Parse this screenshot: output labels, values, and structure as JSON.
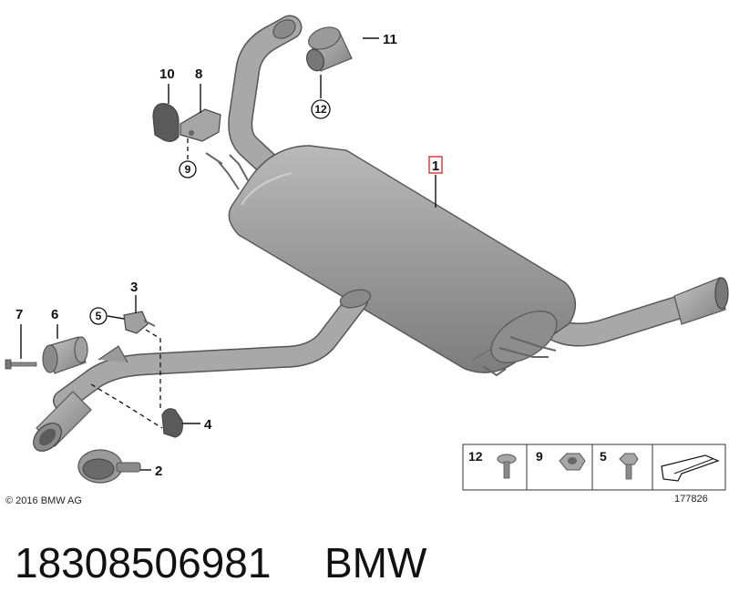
{
  "callouts": {
    "c1": "1",
    "c2": "2",
    "c3": "3",
    "c4": "4",
    "c5": "5",
    "c6": "6",
    "c7": "7",
    "c8": "8",
    "c9": "9",
    "c10": "10",
    "c11": "11",
    "c12": "12"
  },
  "legend": {
    "item_a": "12",
    "item_b": "9",
    "item_c": "5"
  },
  "copyright": "© 2016 BMW AG",
  "diagram_number": "177826",
  "part_number": "18308506981",
  "brand": "BMW",
  "colors": {
    "part_fill": "#9b9b9b",
    "part_dark": "#6f6f6f",
    "highlight_box": "#e03030"
  }
}
